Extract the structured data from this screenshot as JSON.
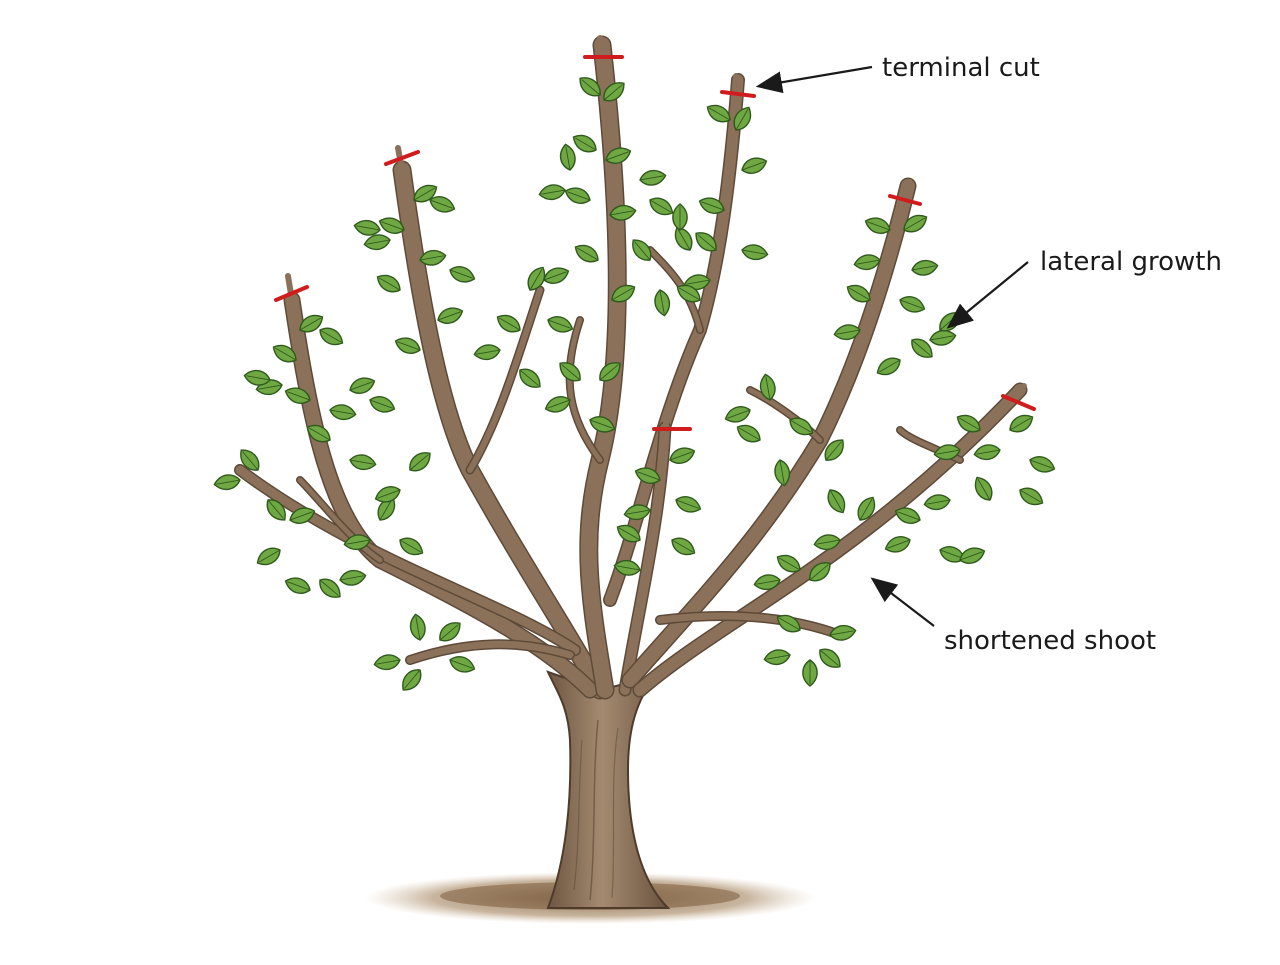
{
  "labels": {
    "terminal_cut": "terminal cut",
    "lateral_growth": "lateral growth",
    "shortened_shoot": "shortened shoot"
  },
  "colors": {
    "bark": "#8b7159",
    "bark_dark": "#5e4a39",
    "leaf": "#6fa843",
    "leaf_dark": "#2f5a1c",
    "cut_mark": "#d01c1c",
    "soil": "#8f6d4a",
    "ink": "#1a1a1a"
  }
}
